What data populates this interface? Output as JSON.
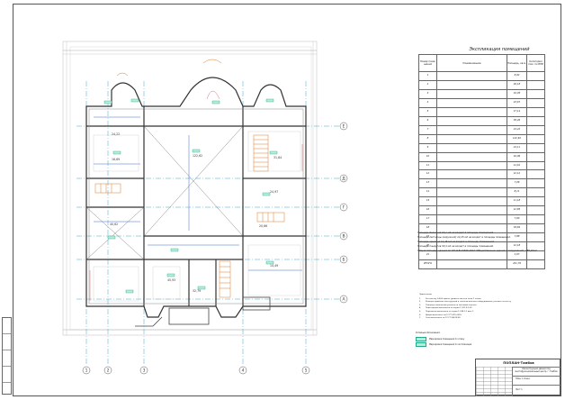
{
  "drawing": {
    "axes_letters": [
      "А",
      "Б",
      "В",
      "Г",
      "Д",
      "Е"
    ],
    "axes_numbers": [
      "1",
      "2",
      "3",
      "4",
      "5"
    ],
    "room_labels": [
      {
        "no": "12",
        "area": "24,22"
      },
      {
        "no": "3",
        "area": "16,69"
      },
      {
        "no": "5",
        "area": "122,62"
      },
      {
        "no": "4",
        "area": "31,84"
      },
      {
        "no": "6",
        "area": "24,97"
      },
      {
        "no": "1",
        "area": "40,62"
      },
      {
        "no": "19",
        "area": "20,66"
      },
      {
        "no": "13",
        "area": "45,93"
      },
      {
        "no": "16",
        "area": "14,49"
      },
      {
        "no": "8",
        "area": "32,79"
      }
    ]
  },
  "explication": {
    "title": "Экспликация помещений",
    "headers": [
      "Номер поме- щения",
      "Наименование",
      "Площадь, кв.м.",
      "Категория пом. по ВПВ"
    ],
    "rows": [
      [
        "1",
        "",
        "8,62",
        ""
      ],
      [
        "2",
        "",
        "46,18",
        ""
      ],
      [
        "3",
        "",
        "19,05",
        ""
      ],
      [
        "4",
        "",
        "43,67",
        ""
      ],
      [
        "5",
        "",
        "17,14",
        ""
      ],
      [
        "6",
        "",
        "36,49",
        ""
      ],
      [
        "7",
        "",
        "24,22",
        ""
      ],
      [
        "8",
        "",
        "122,62",
        ""
      ],
      [
        "9",
        "",
        "24,11",
        ""
      ],
      [
        "10",
        "",
        "16,09",
        ""
      ],
      [
        "11",
        "",
        "14,61",
        ""
      ],
      [
        "12",
        "",
        "12,12",
        ""
      ],
      [
        "13",
        "",
        "7,09",
        ""
      ],
      [
        "14",
        "",
        "8,11",
        ""
      ],
      [
        "15",
        "",
        "11,18",
        ""
      ],
      [
        "16",
        "",
        "12,85",
        ""
      ],
      [
        "17",
        "",
        "7,90",
        ""
      ],
      [
        "18",
        "",
        "18,84",
        ""
      ],
      [
        "19",
        "",
        "7,88",
        ""
      ],
      [
        "20",
        "",
        "12,18",
        ""
      ],
      [
        "21",
        "",
        "2,67",
        ""
      ],
      [
        "ИТОГО",
        "",
        "431,79",
        ""
      ]
    ]
  },
  "summary": [
    "Площадь балконов 10,1 м2 не входит в площадь помещений.",
    "Площадь лестницы (наружной) 24,25 м2 не входит в площадь помещений.",
    "Площадь крыльца 12,46 м2 не входит в площадь помещений.",
    "Площадь пандусов 30,4 м2 не входит в площадь помещений.",
    "Общая площадь здания по СП 118.13330.2012 \"Общественные здания и сооружения\", 485,40м2"
  ],
  "notes": {
    "title": "Примечания:",
    "items": [
      "За отметку 0,000 принят уровень чистого пола 1 этажа.",
      "Размеры привязок конструкций и технологического оборудования уточнить по месту.",
      "Площадь помещений указана по чистовой отделке.",
      "Перегородки выполнить по серии 1.031.9-2.00.",
      "Перемычки выполнить по серии 1.038.1-1 вып.1.",
      "Двери выполнить по ГОСТ 475-2016.",
      "Окна выполнить по ГОСТ 30674-99."
    ]
  },
  "legend": {
    "title": "Условные обозначения:",
    "items": [
      "Маркировка помещения по этажу",
      "Маркировка помещения по экспликации"
    ]
  },
  "titleblock": {
    "org": "ПОПЛАН-Тамбов",
    "project": "Реконструкция здания под многофункциональный центр, г. Тамбов",
    "sheet_name": "План 1 этажа",
    "sheet": "Лист 1"
  }
}
